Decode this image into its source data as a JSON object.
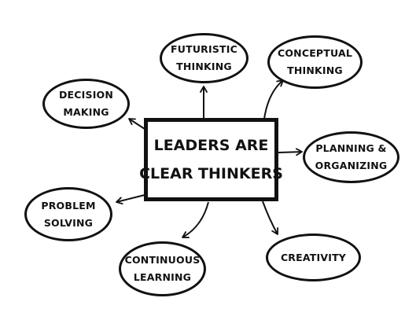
{
  "center": {
    "line1": "LEADERS ARE",
    "line2": "CLEAR THINKERS"
  },
  "nodes": {
    "futuristic": {
      "line1": "FUTURISTIC",
      "line2": "THINKING"
    },
    "conceptual": {
      "line1": "CONCEPTUAL",
      "line2": "THINKING"
    },
    "decision": {
      "line1": "DECISION",
      "line2": "MAKING"
    },
    "planning": {
      "line1": "PLANNING &",
      "line2": "ORGANIZING"
    },
    "problem": {
      "line1": "PROBLEM",
      "line2": "SOLVING"
    },
    "continuous": {
      "line1": "CONTINUOUS",
      "line2": "LEARNING"
    },
    "creativity": {
      "line1": "CREATIVITY"
    }
  }
}
